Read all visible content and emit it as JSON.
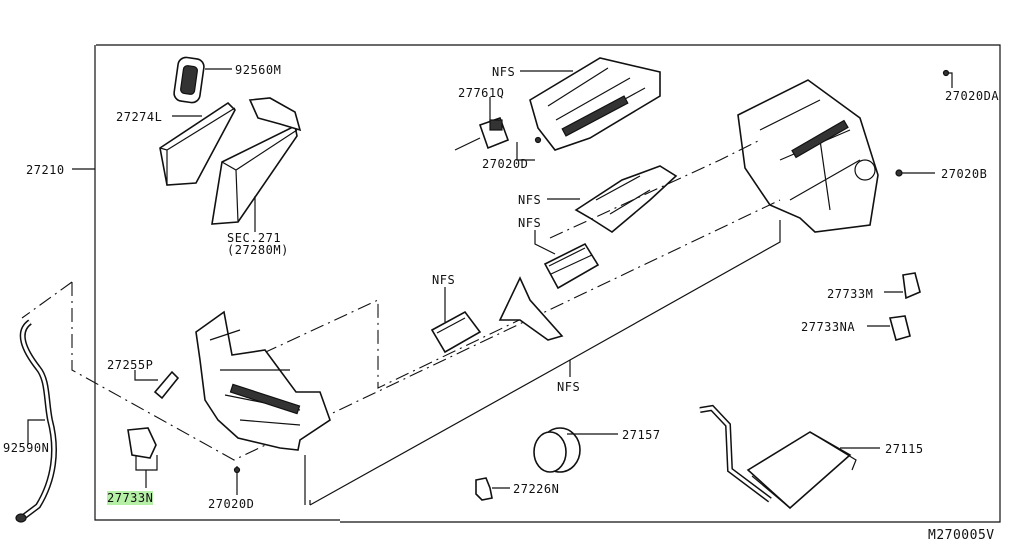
{
  "diagram": {
    "reference_code": "M270005V",
    "highlight_color": "#b6f0a6",
    "callouts": [
      {
        "id": "92560M",
        "text": "92560M"
      },
      {
        "id": "27274L",
        "text": "27274L"
      },
      {
        "id": "27210",
        "text": "27210"
      },
      {
        "id": "sec271",
        "text": "SEC.271"
      },
      {
        "id": "27280M",
        "text": "(27280M)"
      },
      {
        "id": "nfs1",
        "text": "NFS"
      },
      {
        "id": "27761Q",
        "text": "27761Q"
      },
      {
        "id": "27020D_top",
        "text": "27020D"
      },
      {
        "id": "nfs2",
        "text": "NFS"
      },
      {
        "id": "nfs3",
        "text": "NFS"
      },
      {
        "id": "27020DA",
        "text": "27020DA"
      },
      {
        "id": "27020B",
        "text": "27020B"
      },
      {
        "id": "27733M",
        "text": "27733M"
      },
      {
        "id": "27733NA",
        "text": "27733NA"
      },
      {
        "id": "nfs4",
        "text": "NFS"
      },
      {
        "id": "nfs5",
        "text": "NFS"
      },
      {
        "id": "27255P",
        "text": "27255P"
      },
      {
        "id": "92590N",
        "text": "92590N"
      },
      {
        "id": "27733N",
        "text": "27733N",
        "highlighted": true
      },
      {
        "id": "27020D_bottom",
        "text": "27020D"
      },
      {
        "id": "27157",
        "text": "27157"
      },
      {
        "id": "27226N",
        "text": "27226N"
      },
      {
        "id": "27115",
        "text": "27115"
      }
    ]
  }
}
